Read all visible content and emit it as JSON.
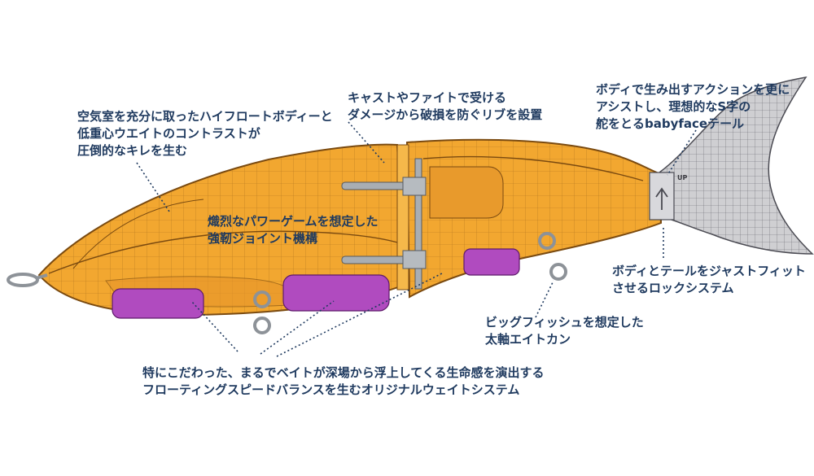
{
  "labels": {
    "air_chamber": [
      "空気室を充分に取ったハイフロートボディーと",
      "低重心ウエイトのコントラストが",
      "圧倒的なキレを生む"
    ],
    "ribs": [
      "キャストやファイトで受ける",
      "ダメージから破損を防ぐリブを設置"
    ],
    "babyface_tail": [
      "ボディで生み出すアクションを更に",
      "アシストし、理想的なS字の",
      "舵をとるbabyfaceテール"
    ],
    "joint": [
      "熾烈なパワーゲームを想定した",
      "強靭ジョイント機構"
    ],
    "lock_system": [
      "ボディとテールをジャストフィット",
      "させるロックシステム"
    ],
    "eye_can": [
      "ビッグフィッシュを想定した",
      "太軸エイトカン"
    ],
    "weight_system": [
      "特にこだわった、まるでベイトが深場から浮上してくる生命感を演出する",
      "フローティングスピードバランスを生むオリジナルウェイトシステム"
    ]
  },
  "tail_marking": "UP",
  "colors": {
    "text": "#1f3a5f",
    "body": "#f2a730",
    "body_edge": "#7a4a10",
    "weight": "#b04bbf",
    "tail": "#cfcfd2",
    "metal": "#a9aeb3"
  }
}
